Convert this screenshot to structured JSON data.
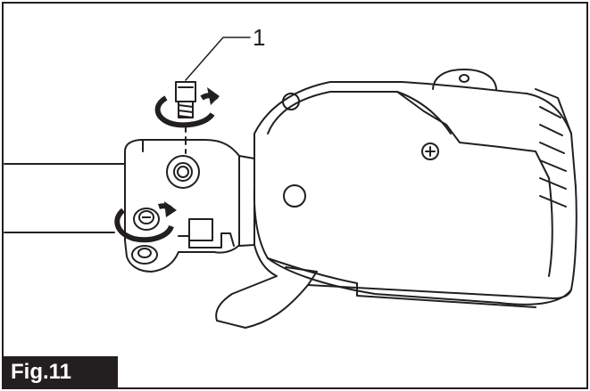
{
  "figure": {
    "label": "Fig.11",
    "callouts": [
      {
        "number": "1",
        "part": "bolt"
      }
    ],
    "icons": [
      "bolt-icon",
      "rotation-arrow-icon",
      "engine-cover-outline",
      "handle-clamp-outline"
    ],
    "colors": {
      "line": "#231f20",
      "background": "#ffffff",
      "label_bg": "#231f20",
      "label_text": "#ffffff"
    }
  }
}
